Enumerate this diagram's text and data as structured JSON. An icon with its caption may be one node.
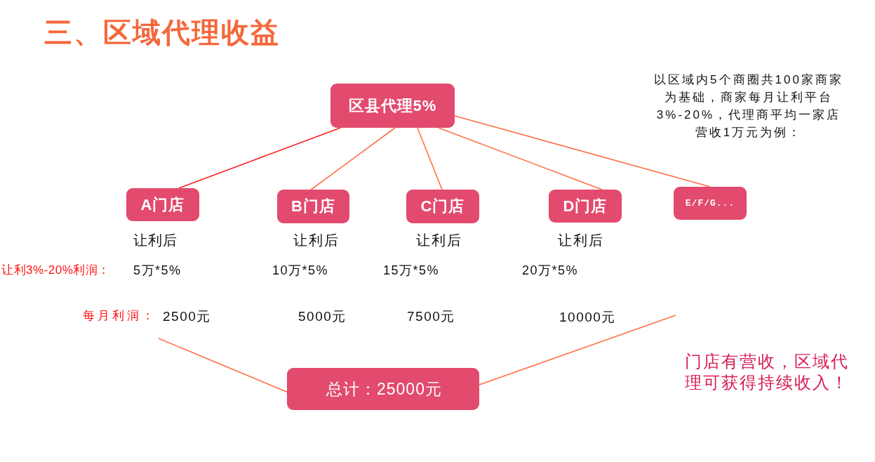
{
  "diagram": {
    "title": "三、区域代理收益",
    "nodes": [
      {
        "text": [
          "区县代理5%"
        ]
      },
      {
        "text": [
          "A门店"
        ],
        "beside": [
          "让利后"
        ]
      },
      {
        "text": [
          "B门店"
        ],
        "beside": [
          "让利后"
        ]
      },
      {
        "text": [
          "C门店"
        ],
        "beside": [
          "让利后"
        ]
      },
      {
        "text": [
          "D门店"
        ],
        "beside": [
          "让利后"
        ]
      },
      {
        "text": [
          "E/F/G..."
        ]
      },
      {
        "text": [
          "总计：25000元"
        ]
      }
    ],
    "edges": [
      {
        "from": 0,
        "to": 1,
        "arrow": "none",
        "color": "#ff2020"
      },
      {
        "from": 0,
        "to": 2,
        "arrow": "none"
      },
      {
        "from": 0,
        "to": 3,
        "arrow": "none"
      },
      {
        "from": 0,
        "to": 4,
        "arrow": "none"
      },
      {
        "from": 0,
        "to": 5,
        "arrow": "none"
      },
      {
        "from": null,
        "to": 6,
        "arrow": "none"
      },
      {
        "from": null,
        "to": 6,
        "arrow": "none"
      }
    ],
    "labels": [
      "以区域内5个商圈共100家商家为基础，商家每月让利平台3%-20%，代理商平均一家店营收1万元为例：",
      "让利3%-20%利润：",
      "5万*5%",
      "10万*5%",
      "15万*5%",
      "20万*5%",
      "每月利润：",
      "2500元",
      "5000元",
      "7500元",
      "10000元",
      "门店有营收，区域代理可获得持续收入！"
    ]
  }
}
